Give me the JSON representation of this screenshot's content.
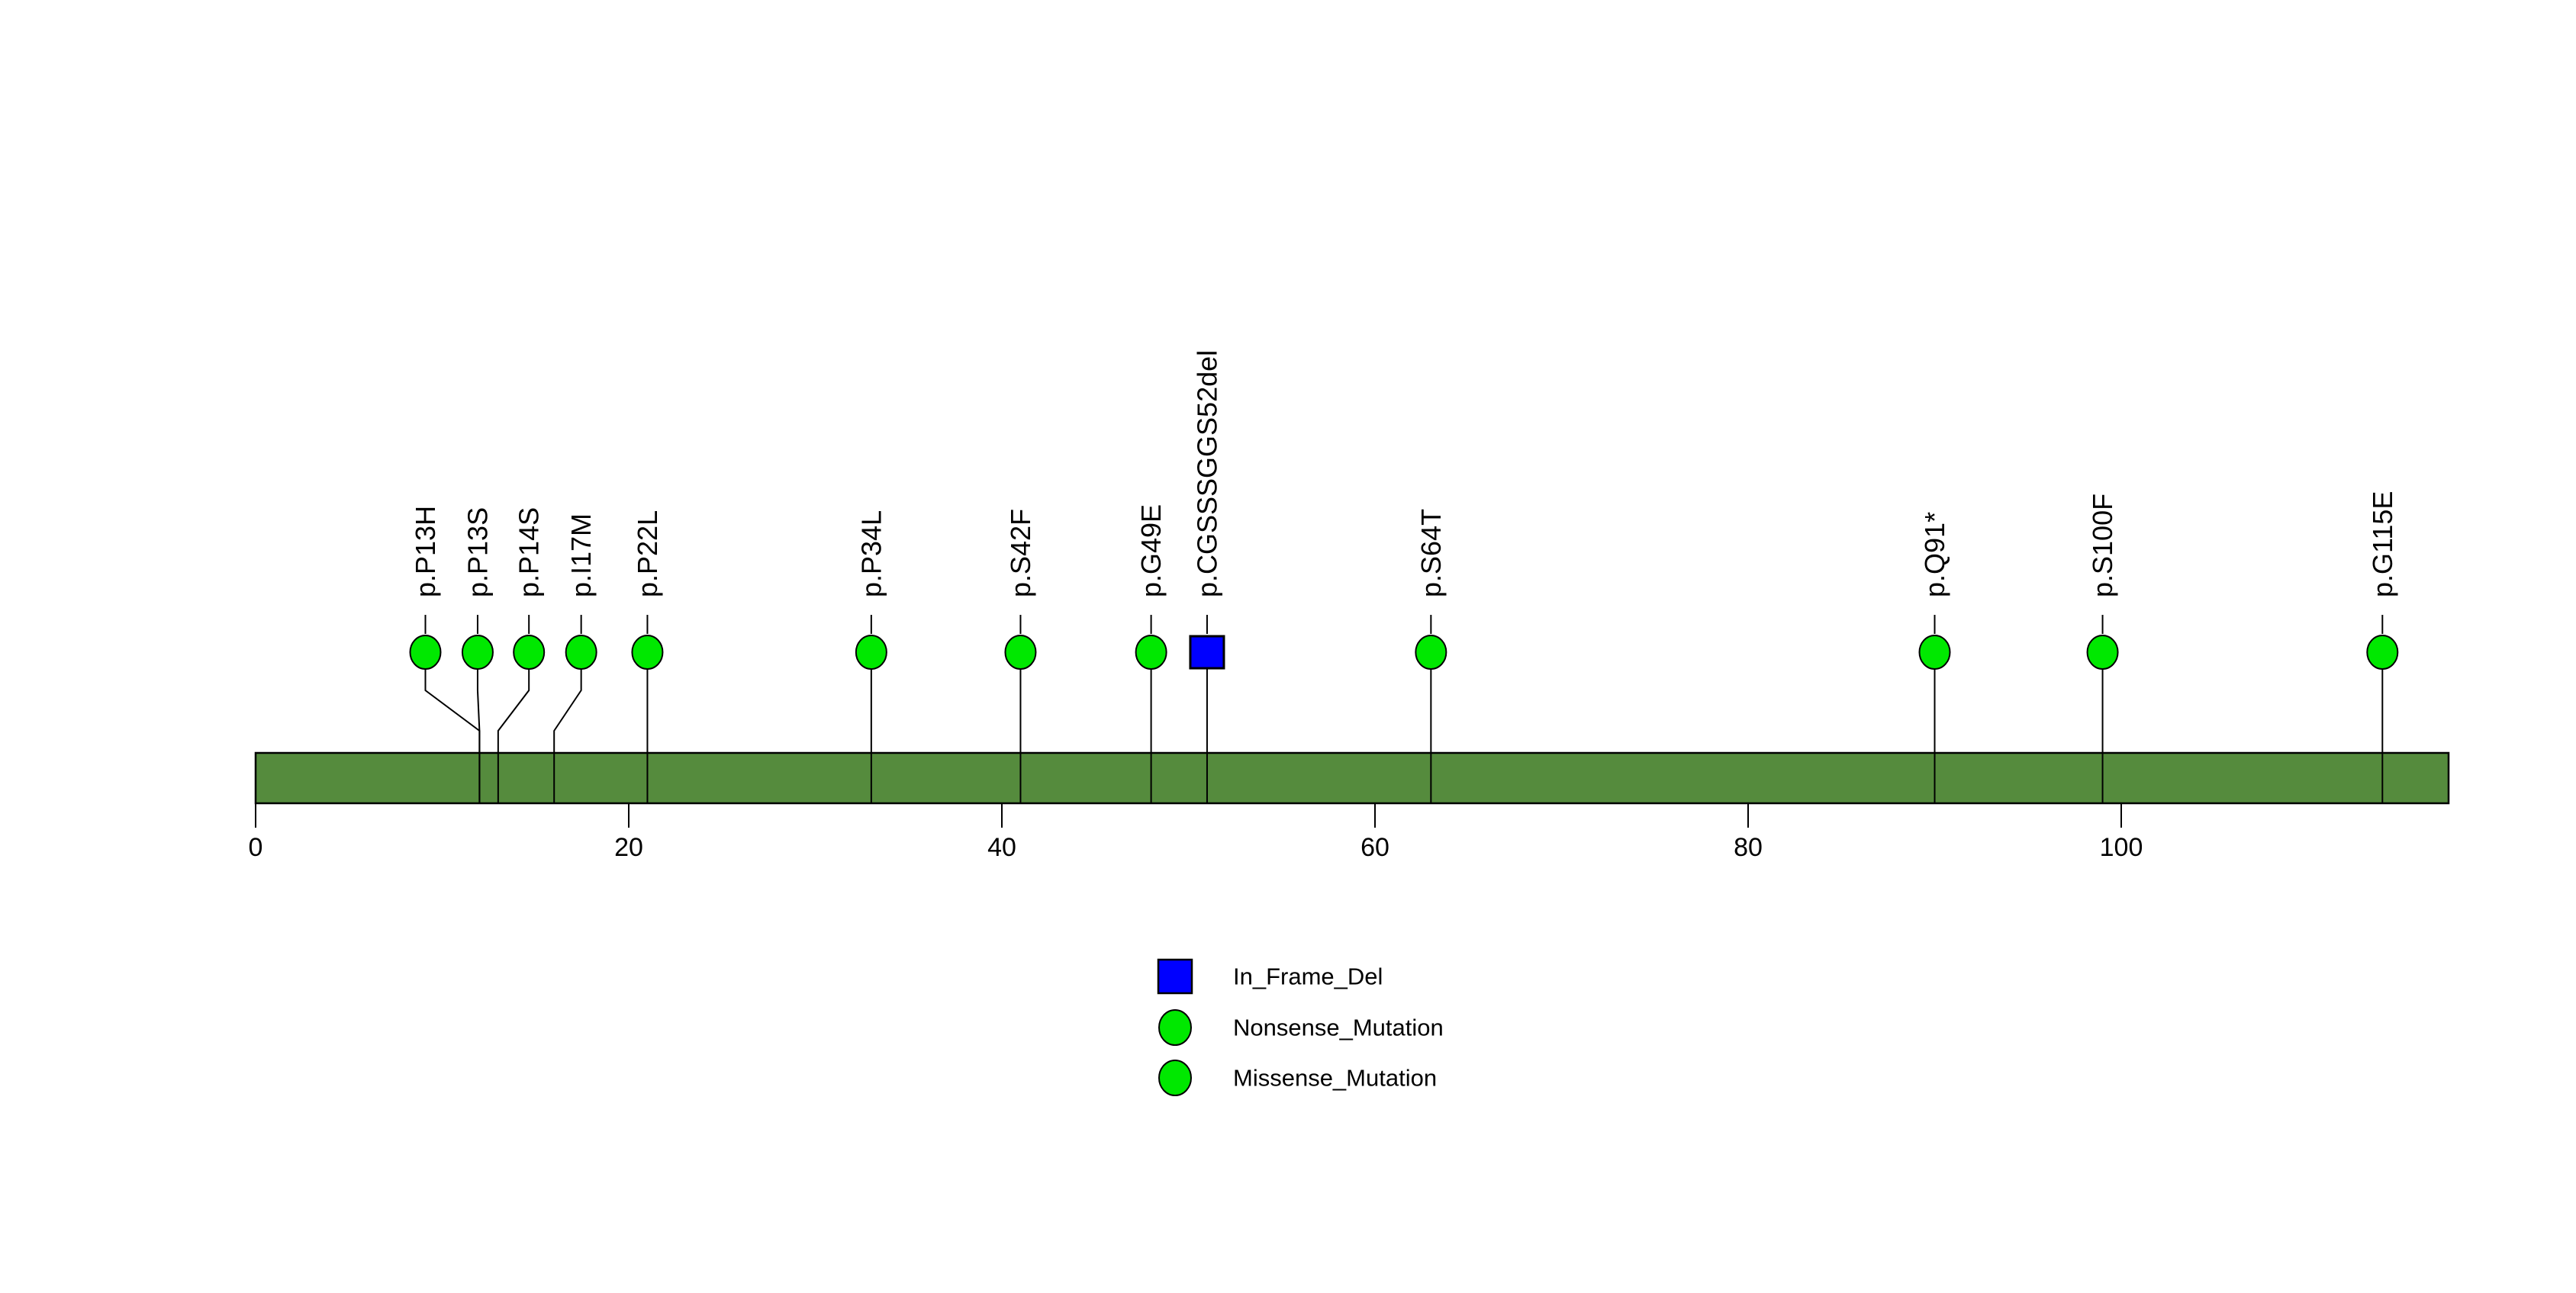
{
  "chart_data": {
    "type": "lollipop",
    "title": "",
    "description": "Protein mutation lollipop plot",
    "protein_length": 118,
    "xlim": [
      0,
      118
    ],
    "x_ticks": [
      0,
      20,
      40,
      60,
      80,
      100
    ],
    "grid": false,
    "colors": {
      "background": "#ffffff",
      "protein_bar": "#558B3D",
      "missense": "#00E800",
      "nonsense": "#00E800",
      "in_frame_del": "#0000FF",
      "stroke": "#000000"
    },
    "mutations": [
      {
        "label": "p.P13H",
        "pos": 13,
        "display_pos": 10.1,
        "type": "Missense_Mutation",
        "shape": "circle"
      },
      {
        "label": "p.P13S",
        "pos": 13,
        "display_pos": 12.9,
        "type": "Missense_Mutation",
        "shape": "circle"
      },
      {
        "label": "p.P14S",
        "pos": 14,
        "display_pos": 15.65,
        "type": "Missense_Mutation",
        "shape": "circle"
      },
      {
        "label": "p.I17M",
        "pos": 17,
        "display_pos": 18.45,
        "type": "Missense_Mutation",
        "shape": "circle"
      },
      {
        "label": "p.P22L",
        "pos": 22,
        "display_pos": 22,
        "type": "Missense_Mutation",
        "shape": "circle"
      },
      {
        "label": "p.P34L",
        "pos": 34,
        "display_pos": 34,
        "type": "Missense_Mutation",
        "shape": "circle"
      },
      {
        "label": "p.S42F",
        "pos": 42,
        "display_pos": 42,
        "type": "Missense_Mutation",
        "shape": "circle"
      },
      {
        "label": "p.G49E",
        "pos": 49,
        "display_pos": 49,
        "type": "Missense_Mutation",
        "shape": "circle"
      },
      {
        "label": "p.CGSSSGGS52del",
        "pos": 52,
        "display_pos": 52,
        "type": "In_Frame_Del",
        "shape": "square"
      },
      {
        "label": "p.S64T",
        "pos": 64,
        "display_pos": 64,
        "type": "Missense_Mutation",
        "shape": "circle"
      },
      {
        "label": "p.Q91*",
        "pos": 91,
        "display_pos": 91,
        "type": "Nonsense_Mutation",
        "shape": "circle"
      },
      {
        "label": "p.S100F",
        "pos": 100,
        "display_pos": 100,
        "type": "Missense_Mutation",
        "shape": "circle"
      },
      {
        "label": "p.G115E",
        "pos": 115,
        "display_pos": 115,
        "type": "Missense_Mutation",
        "shape": "circle"
      }
    ],
    "legend": {
      "position": "bottom-center",
      "items": [
        {
          "label": "In_Frame_Del",
          "shape": "square",
          "color": "#0000FF"
        },
        {
          "label": "Nonsense_Mutation",
          "shape": "circle",
          "color": "#00E800"
        },
        {
          "label": "Missense_Mutation",
          "shape": "circle",
          "color": "#00E800"
        }
      ]
    }
  }
}
